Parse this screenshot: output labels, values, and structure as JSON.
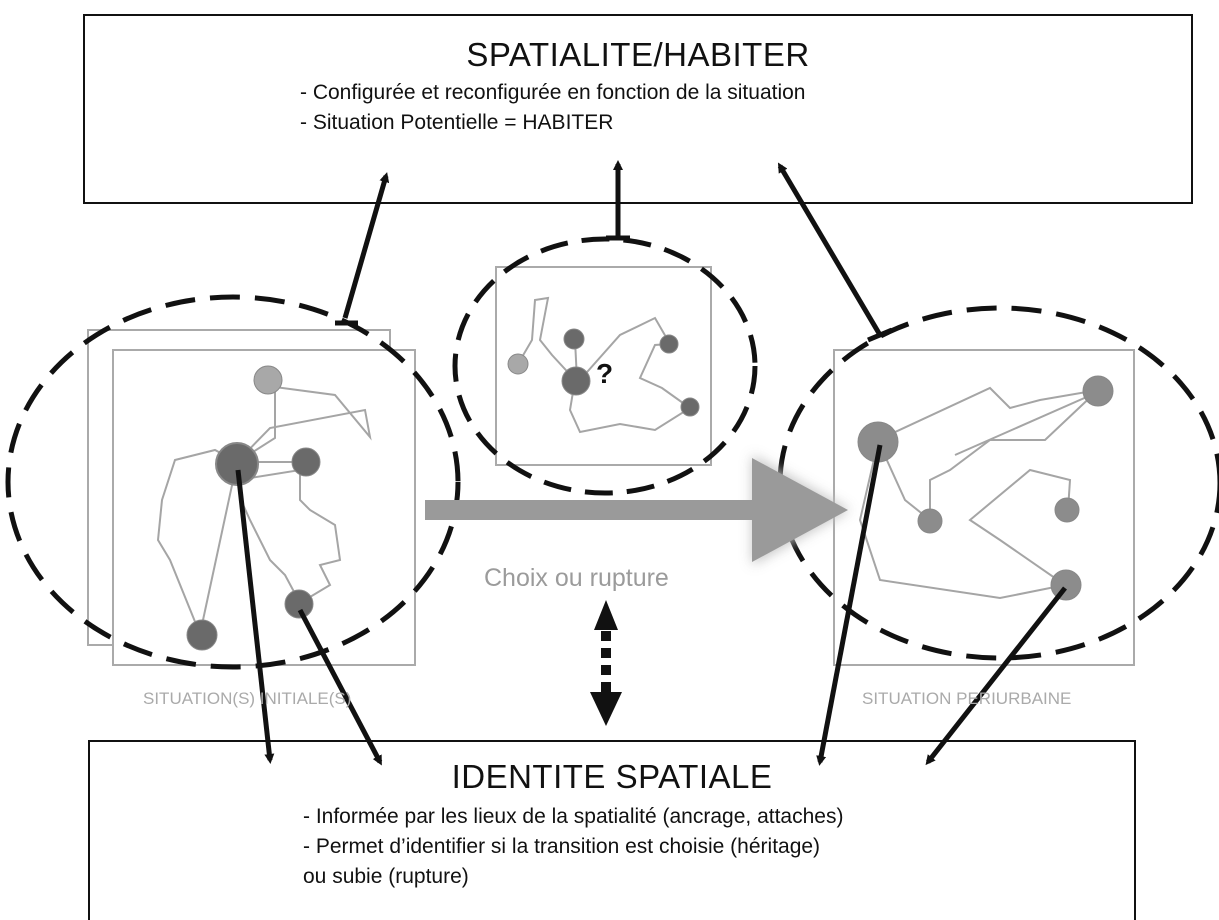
{
  "top_box": {
    "title": "SPATIALITE/HABITER",
    "lines": [
      "- Configurée et reconfigurée en fonction de la situation",
      "- Situation Potentielle = HABITER"
    ]
  },
  "bottom_box": {
    "title": "IDENTITE SPATIALE",
    "lines": [
      "- Informée par les lieux de la spatialité (ancrage, attaches)",
      "- Permet d’identifier si la transition est choisie (héritage)",
      "ou subie (rupture)"
    ]
  },
  "captions": {
    "initial": "SITUATION(S) INITIALE(S)",
    "periurban": "SITUATION PERIURBAINE"
  },
  "center": {
    "transition_label": "Choix ou rupture",
    "question_mark": "?"
  },
  "colors": {
    "frame_border": "#aaaaaa",
    "node_dark": "#6a6a6a",
    "node_medium": "#8c8c8c",
    "node_light": "#a8a8a8",
    "arrow_gray": "#9a9a9a",
    "ink": "#111111"
  }
}
